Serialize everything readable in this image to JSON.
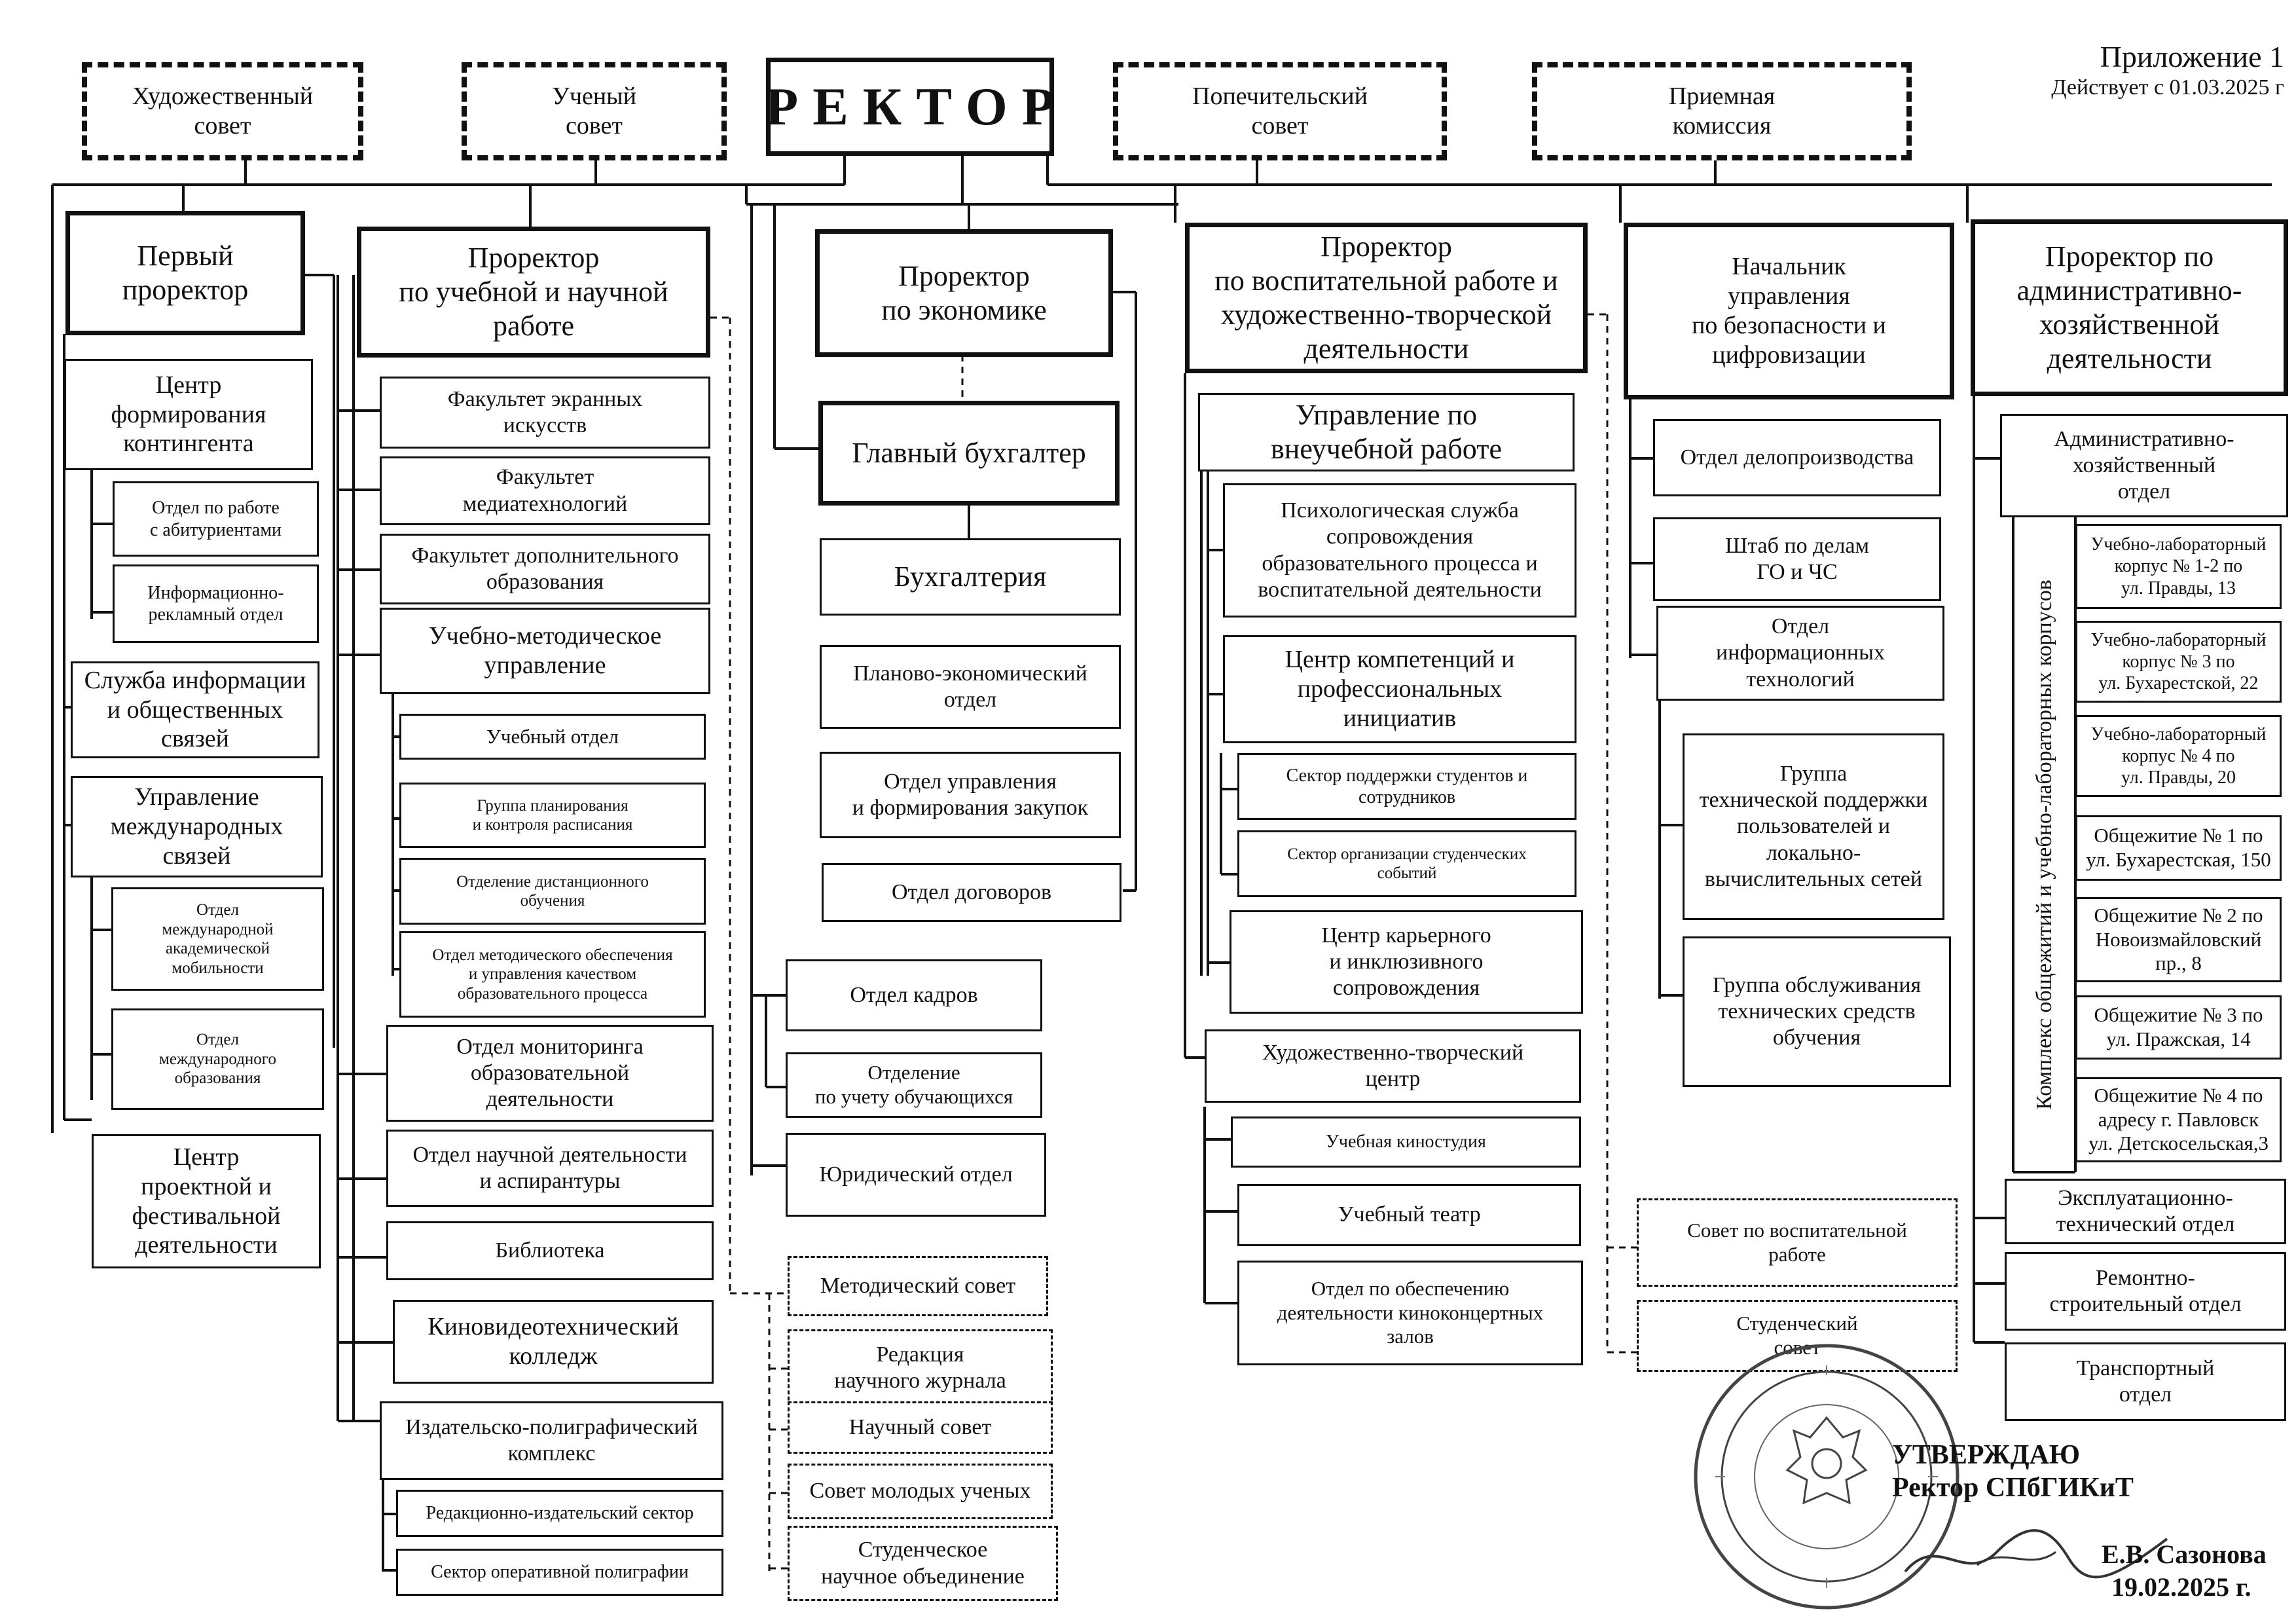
{
  "header": {
    "appendix": "Приложение 1",
    "effective": "Действует с 01.03.2025 г"
  },
  "rector": "РЕКТОР",
  "advisory": {
    "art_council": "Художественный\nсовет",
    "academic_council": "Ученый\nсовет",
    "board_of_trustees": "Попечительский\nсовет",
    "admission_committee": "Приемная\nкомиссия"
  },
  "first_prorector": {
    "title": "Первый\nпроректор",
    "contingent_center": "Центр\nформирования\nконтингента",
    "applicants_dept": "Отдел по работе\nс абитуриентами",
    "info_ad_dept": "Информационно-\nрекламный отдел",
    "info_service": "Служба информации\nи общественных\nсвязей",
    "intl_relations": "Управление\nмеждународных\nсвязей",
    "intl_mobility": "Отдел\nмеждународной\nакадемической\nмобильности",
    "intl_education": "Отдел\nмеждународного\nобразования",
    "project_center": "Центр\nпроектной и\nфестивальной\nдеятельности"
  },
  "academic_prorector": {
    "title": "Проректор\nпо учебной и научной\nработе",
    "screen_arts": "Факультет экранных\nискусств",
    "media_tech": "Факультет\nмедиатехнологий",
    "continuing_ed": "Факультет дополнительного\nобразования",
    "edu_method": "Учебно-методическое\nуправление",
    "edu_dept": "Учебный отдел",
    "schedule_group": "Группа планирования\nи контроля расписания",
    "distance_dept": "Отделение дистанционного\nобучения",
    "quality_dept": "Отдел методического обеспечения\nи управления качеством\nобразовательного процесса",
    "monitoring_dept": "Отдел мониторинга\nобразовательной\nдеятельности",
    "research_dept": "Отдел научной деятельности\nи аспирантуры",
    "library": "Библиотека",
    "college": "Киновидеотехнический\nколледж",
    "printing_complex": "Издательско-полиграфический\nкомплекс",
    "editorial_sector": "Редакционно-издательский сектор",
    "print_sector": "Сектор оперативной полиграфии"
  },
  "academic_councils": {
    "methodical": "Методический совет",
    "journal": "Редакция\nнаучного журнала",
    "scientific": "Научный совет",
    "young_scientists": "Совет молодых ученых",
    "student_society": "Студенческое\nнаучное объединение"
  },
  "economics": {
    "title": "Проректор\nпо экономике",
    "chief_accountant": "Главный бухгалтер",
    "accounting": "Бухгалтерия",
    "planning": "Планово-экономический\nотдел",
    "procurement": "Отдел управления\nи формирования закупок",
    "contracts": "Отдел договоров"
  },
  "rector_depts": {
    "hr": "Отдел кадров",
    "students_records": "Отделение\nпо учету обучающихся",
    "legal": "Юридический отдел"
  },
  "educational_prorector": {
    "title": "Проректор\nпо воспитательной работе и\nхудожественно-творческой\nдеятельности",
    "extracurricular": "Управление по\nвнеучебной работе",
    "psych_service": "Психологическая служба\nсопровождения\nобразовательного процесса и\nвоспитательной деятельности",
    "competence_center": "Центр компетенций и\nпрофессиональных\nинициатив",
    "support_sector": "Сектор поддержки студентов и\nсотрудников",
    "events_sector": "Сектор организации студенческих\nсобытий",
    "career_center": "Центр карьерного\nи инклюзивного\nсопровождения",
    "art_center": "Художественно-творческий\nцентр",
    "film_studio": "Учебная киностудия",
    "theatre": "Учебный театр",
    "concert_dept": "Отдел по обеспечению\nдеятельности киноконцертных\nзалов"
  },
  "security": {
    "title": "Начальник\nуправления\nпо безопасности и\nцифровизации",
    "records_dept": "Отдел делопроизводства",
    "civil_defense": "Штаб по делам\nГО и ЧС",
    "it_dept": "Отдел\nинформационных\nтехнологий",
    "support_group": "Группа\nтехнической поддержки\nпользователей и\nлокально-\nвычислительных сетей",
    "equipment_group": "Группа обслуживания\nтехнических средств\nобучения",
    "edu_council": "Совет по воспитательной\nработе",
    "student_council": "Студенческий\nсовет"
  },
  "admin": {
    "title": "Проректор по\nадминистративно-\nхозяйственной\nдеятельности",
    "admin_dept": "Административно-\nхозяйственный\nотдел",
    "complex_label": "Комплекс общежитий и учебно-лабораторных корпусов",
    "b1": "Учебно-лабораторный\nкорпус № 1-2 по\nул. Правды, 13",
    "b2": "Учебно-лабораторный\nкорпус № 3 по\nул. Бухарестской, 22",
    "b3": "Учебно-лабораторный\nкорпус № 4 по\nул. Правды, 20",
    "d1": "Общежитие № 1 по\nул. Бухарестская, 150",
    "d2": "Общежитие № 2 по\nНовоизмайловский\nпр., 8",
    "d3": "Общежитие № 3 по\nул. Пражская, 14",
    "d4": "Общежитие № 4 по\nадресу г. Павловск\nул. Детскосельская,3",
    "maintenance": "Эксплуатационно-\nтехнический отдел",
    "repair": "Ремонтно-\nстроительный отдел",
    "transport": "Транспортный\nотдел"
  },
  "approval": {
    "approve": "УТВЕРЖДАЮ",
    "title": "Ректор СПбГИКиТ",
    "name": "Е.В. Сазонова",
    "date": "19.02.2025 г."
  }
}
